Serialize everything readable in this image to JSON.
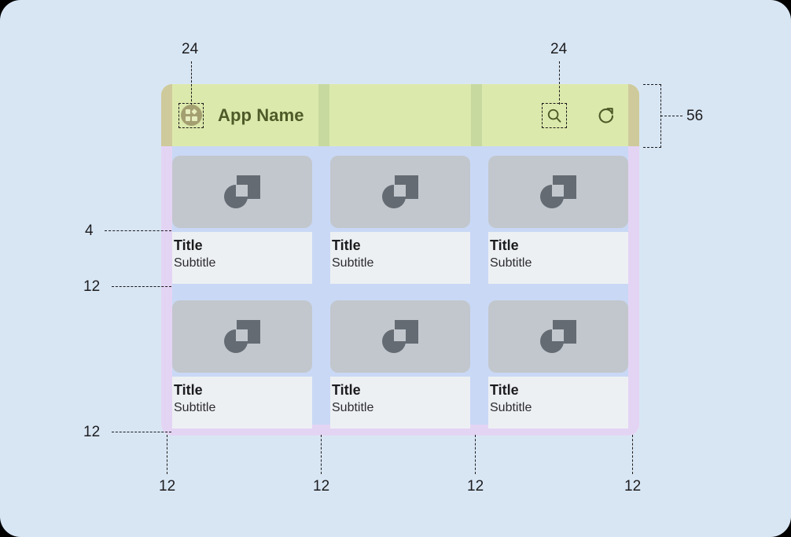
{
  "page": {
    "background_color": "#d8e6f4",
    "corner_radius": "26px"
  },
  "artboard": {
    "appbar": {
      "title": "App Name",
      "height_label": "56",
      "overlay_color": "#dce9ac",
      "title_color": "#4e5a28",
      "menu_icon": "apps-grid-icon",
      "actions": [
        {
          "icon": "search-icon",
          "name": "search-button"
        },
        {
          "icon": "refresh-icon",
          "name": "refresh-button"
        }
      ]
    },
    "cards": [
      {
        "title": "Title",
        "subtitle": "Subtitle",
        "media_icon": "image-placeholder-icon"
      },
      {
        "title": "Title",
        "subtitle": "Subtitle",
        "media_icon": "image-placeholder-icon"
      },
      {
        "title": "Title",
        "subtitle": "Subtitle",
        "media_icon": "image-placeholder-icon"
      },
      {
        "title": "Title",
        "subtitle": "Subtitle",
        "media_icon": "image-placeholder-icon"
      },
      {
        "title": "Title",
        "subtitle": "Subtitle",
        "media_icon": "image-placeholder-icon"
      },
      {
        "title": "Title",
        "subtitle": "Subtitle",
        "media_icon": "image-placeholder-icon"
      }
    ],
    "overlay_colors": {
      "appbar_green": "#dce9ac",
      "appbar_band_green": "#c8d9a0",
      "appbar_pad_olive": "#cfca9c",
      "grid_blue": "#c9d8f5",
      "outer_purple": "#e4d4f4",
      "card_text_bg": "#edf0f3",
      "card_media_bg": "#c2c7cd"
    }
  },
  "annotations": {
    "menu_touch_target": "24",
    "search_touch_target": "24",
    "appbar_height": "56",
    "media_to_title_gap": "4",
    "row_gap": "12",
    "bottom_padding": "12",
    "column_gap_1": "12",
    "column_gap_2": "12",
    "column_gap_3": "12",
    "column_gap_4": "12"
  }
}
